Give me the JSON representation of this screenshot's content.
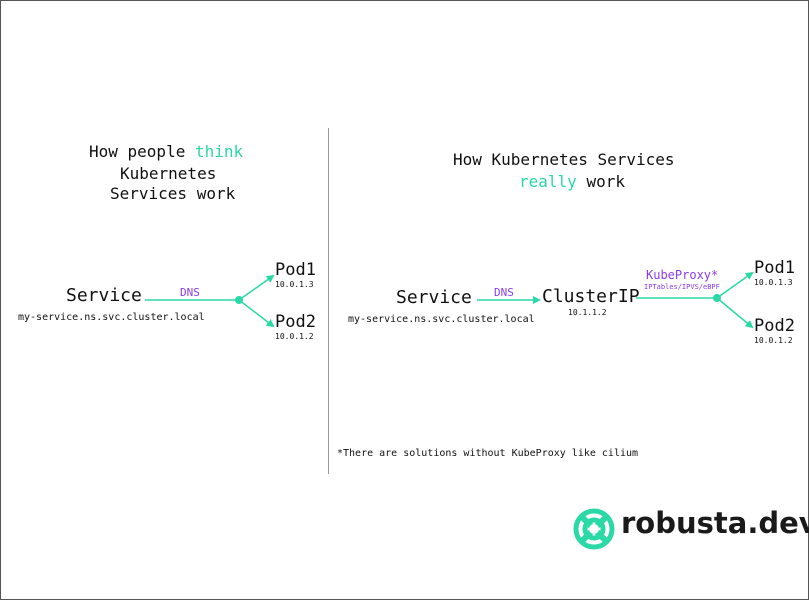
{
  "left": {
    "title_line1_prefix": "How people",
    "title_line1_accent": "think",
    "title_line2": "Kubernetes",
    "title_line3": "Services work",
    "service_label": "Service",
    "service_dns_name": "my-service.ns.svc.cluster.local",
    "edge_label": "DNS",
    "pods": [
      {
        "name": "Pod1",
        "ip": "10.0.1.3"
      },
      {
        "name": "Pod2",
        "ip": "10.0.1.2"
      }
    ]
  },
  "right": {
    "title_line1": "How Kubernetes Services",
    "title_line2_accent": "really",
    "title_line2_suffix": "work",
    "service_label": "Service",
    "service_dns_name": "my-service.ns.svc.cluster.local",
    "edge_label": "DNS",
    "clusterip_label": "ClusterIP",
    "clusterip_ip": "10.1.1.2",
    "proxy_label": "KubeProxy*",
    "proxy_sub": "IPTables/IPVS/eBPF",
    "pods": [
      {
        "name": "Pod1",
        "ip": "10.0.1.3"
      },
      {
        "name": "Pod2",
        "ip": "10.0.1.2"
      }
    ],
    "footnote": "*There are solutions without KubeProxy like cilium"
  },
  "logo": {
    "text": "robusta.dev",
    "icon": "robusta-logo-icon"
  },
  "colors": {
    "accent": "#2bd9a6",
    "edge_label": "#8a3cf0",
    "text": "#111111"
  }
}
